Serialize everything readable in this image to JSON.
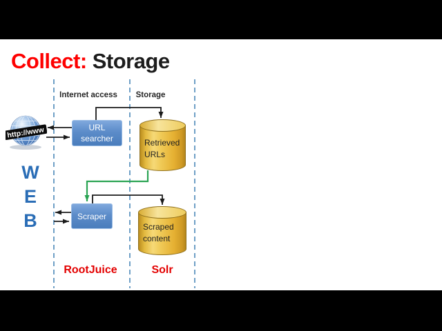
{
  "slide": {
    "title": {
      "collect": "Collect:",
      "storage": "Storage"
    },
    "lanes": {
      "internet_access": "Internet access",
      "storage": "Storage"
    },
    "web": {
      "letters": [
        "W",
        "E",
        "B"
      ]
    },
    "globe": {
      "banner_text": "http://www"
    },
    "nodes": {
      "url_searcher": {
        "line1": "URL",
        "line2": "searcher"
      },
      "retrieved_urls": {
        "line1": "Retrieved",
        "line2": "URLs"
      },
      "scraper": {
        "label": "Scraper"
      },
      "scraped_content": {
        "line1": "Scraped",
        "line2": "content"
      }
    },
    "footer": {
      "rootjuice": "RootJuice",
      "solr": "Solr"
    },
    "colors": {
      "title_red": "#fe0000",
      "footer_red": "#e30000",
      "web_blue": "#2a6db6",
      "node_blue": "#4f81bd",
      "cylinder_gold": "#eec654",
      "divider_blue": "#6e9fc6",
      "connector_green": "#29a352",
      "connector_black": "#1a1a1a"
    }
  }
}
